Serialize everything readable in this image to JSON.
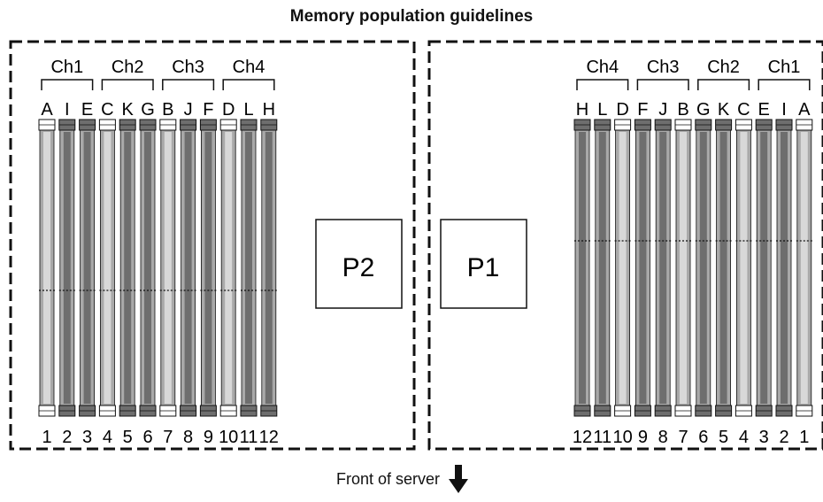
{
  "title": "Memory population guidelines",
  "footer": {
    "label": "Front of server",
    "icon": "arrow-down-icon"
  },
  "processors": [
    {
      "name": "P2",
      "channels": [
        "Ch1",
        "Ch2",
        "Ch3",
        "Ch4"
      ],
      "slot_letters": [
        "A",
        "I",
        "E",
        "C",
        "K",
        "G",
        "B",
        "J",
        "F",
        "D",
        "L",
        "H"
      ],
      "slot_numbers": [
        "1",
        "2",
        "3",
        "4",
        "5",
        "6",
        "7",
        "8",
        "9",
        "10",
        "11",
        "12"
      ]
    },
    {
      "name": "P1",
      "channels": [
        "Ch4",
        "Ch3",
        "Ch2",
        "Ch1"
      ],
      "slot_letters": [
        "H",
        "L",
        "D",
        "F",
        "J",
        "B",
        "G",
        "K",
        "C",
        "E",
        "I",
        "A"
      ],
      "slot_numbers": [
        "12",
        "11",
        "10",
        "9",
        "8",
        "7",
        "6",
        "5",
        "4",
        "3",
        "2",
        "1"
      ]
    }
  ],
  "colors": {
    "line": "#111111",
    "slot_dark": "#6e6e6e",
    "slot_mid": "#a9a9a9",
    "slot_light": "#d8d8d8"
  }
}
